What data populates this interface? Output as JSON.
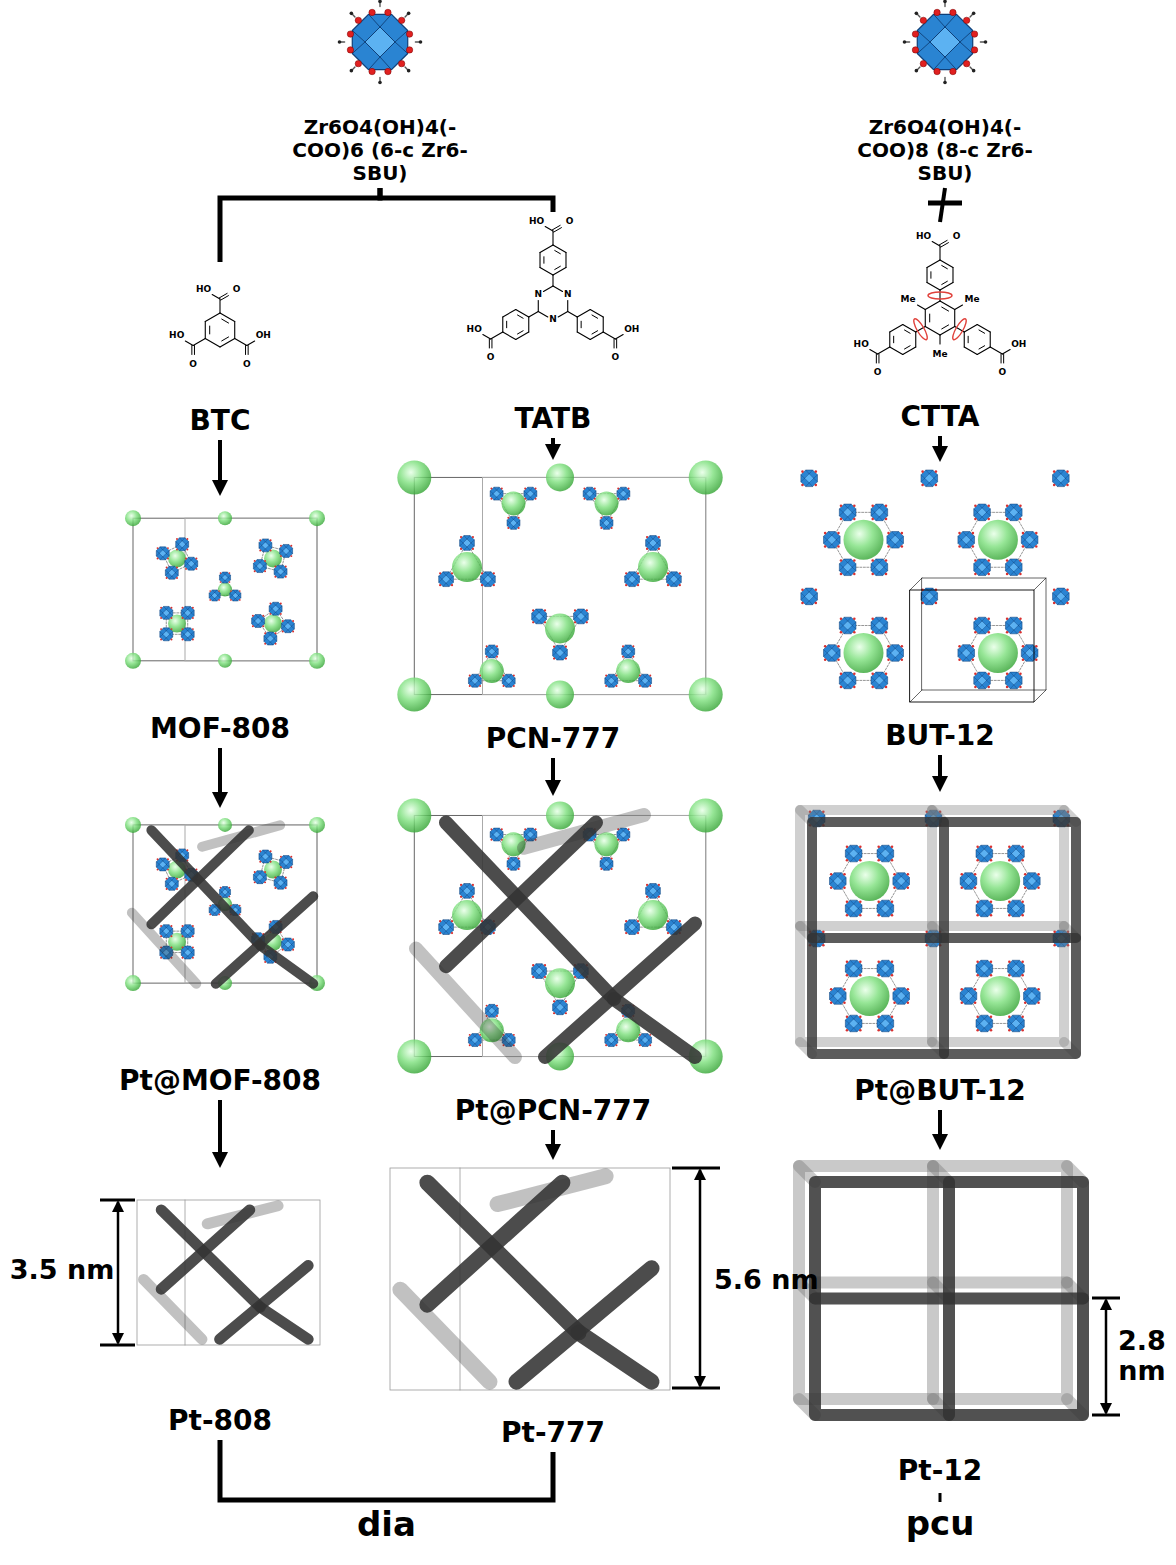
{
  "diagram": {
    "nodes": [
      {
        "text": [
          "Zr6O4(OH)4(-COO)6 (6-c Zr6-SBU)"
        ]
      },
      {
        "text": [
          "Zr6O4(OH)4(-COO)8 (8-c Zr6-SBU)"
        ]
      },
      {
        "text": [
          "BTC"
        ]
      },
      {
        "text": [
          "TATB"
        ]
      },
      {
        "text": [
          "CTTA"
        ]
      },
      {
        "text": [
          "MOF-808"
        ]
      },
      {
        "text": [
          "PCN-777"
        ]
      },
      {
        "text": [
          "BUT-12"
        ]
      },
      {
        "text": [
          "Pt@MOF-808"
        ]
      },
      {
        "text": [
          "Pt@PCN-777"
        ]
      },
      {
        "text": [
          "Pt@BUT-12"
        ]
      },
      {
        "text": [
          "Pt-808"
        ]
      },
      {
        "text": [
          "Pt-777"
        ]
      },
      {
        "text": [
          "Pt-12"
        ]
      }
    ],
    "edges": [
      {
        "from": 0,
        "to": 2,
        "arrow": "none"
      },
      {
        "from": 0,
        "to": 3,
        "arrow": "none"
      },
      {
        "from": 1,
        "to": 4,
        "arrow": "none"
      },
      {
        "from": 2,
        "to": 5,
        "arrow": "to"
      },
      {
        "from": 3,
        "to": 6,
        "arrow": "to"
      },
      {
        "from": 4,
        "to": 7,
        "arrow": "to"
      },
      {
        "from": 5,
        "to": 8,
        "arrow": "to"
      },
      {
        "from": 6,
        "to": 9,
        "arrow": "to"
      },
      {
        "from": 7,
        "to": 10,
        "arrow": "to"
      },
      {
        "from": 8,
        "to": 11,
        "arrow": "to"
      },
      {
        "from": 9,
        "to": 12,
        "arrow": "to"
      },
      {
        "from": 10,
        "to": 13,
        "arrow": "to"
      },
      {
        "from": 11,
        "to": 12,
        "arrow": "none",
        "label": "dia"
      }
    ],
    "labels": [
      "HO",
      "O",
      "OH",
      "O",
      "O",
      "HO",
      "HO",
      "O",
      "OH",
      "O",
      "O",
      "HO",
      "N",
      "N",
      "N",
      "HO",
      "O",
      "OH",
      "O",
      "O",
      "HO",
      "Me",
      "Me",
      "Me",
      "3.5 nm",
      "5.6 nm",
      "2.8 nm",
      "pcu"
    ]
  }
}
